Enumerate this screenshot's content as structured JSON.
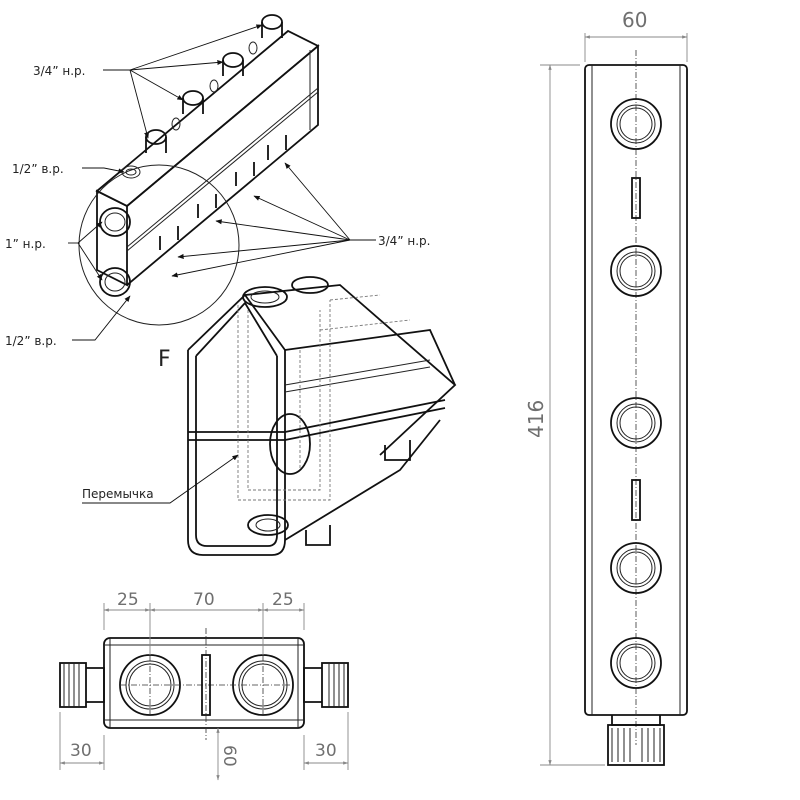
{
  "labels": {
    "top_outlet": "3/4” н.р.",
    "left_top_port": "1/2” в.р.",
    "side_ports": "1” н.р.",
    "left_bottom_port": "1/2” в.р.",
    "bottom_outlet": "3/4” н.р.",
    "detail_letter": "F",
    "partition": "Перемычка"
  },
  "dimensions": {
    "right_width": "60",
    "right_height": "416",
    "bottom_left_offset": "25",
    "bottom_spacing": "70",
    "bottom_right_offset": "25",
    "bottom_left_nipple": "30",
    "bottom_right_nipple": "30",
    "bottom_height": "60"
  }
}
